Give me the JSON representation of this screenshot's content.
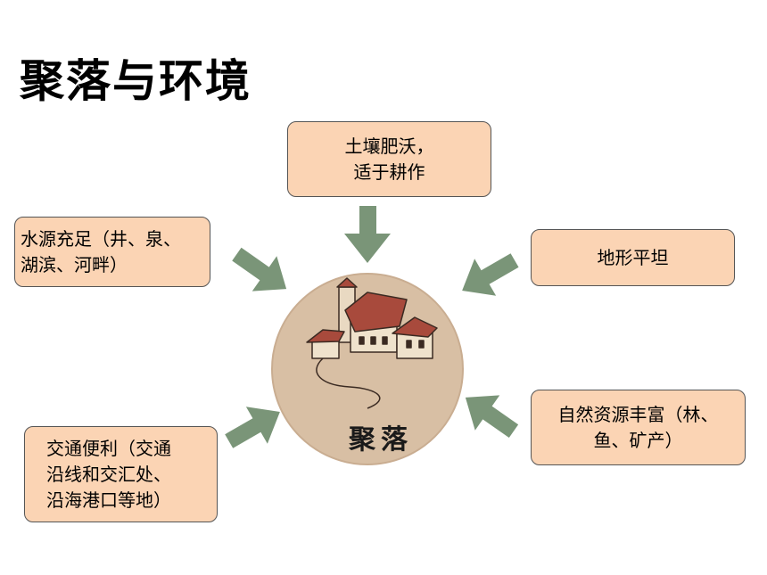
{
  "title": "聚落与环境",
  "center_label": "聚落",
  "factors": {
    "top": "土壤肥沃，\n适于耕作",
    "left": "水源充足（井、泉、\n湖滨、河畔）",
    "right": "地形平坦",
    "bottom_left": "交通便利（交通\n沿线和交汇处、\n沿海港口等地）",
    "bottom_right": "自然资源丰富（林、\n鱼、矿产）"
  },
  "colors": {
    "box_fill": "#fbd4b4",
    "arrow": "#7a9578",
    "circle": "#d8bfa4",
    "roof": "#a84a3c"
  },
  "icons": {
    "center": "village-house-icon"
  }
}
